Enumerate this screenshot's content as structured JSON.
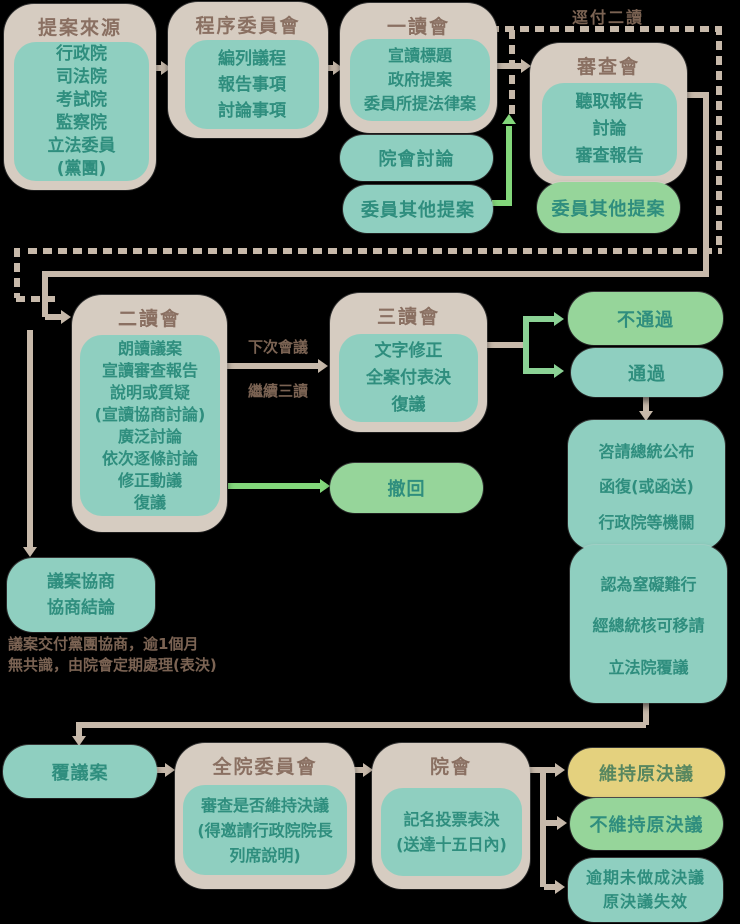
{
  "colors": {
    "background": "#000000",
    "outer_box": "#D6CCC1",
    "inner_box_teal": "#8FCFC0",
    "pill_green": "#96D59A",
    "pill_yellow": "#E4D17E",
    "text_teal": "#2F8E7E",
    "text_brown": "#8A7062",
    "connector_beige": "#C7B9AA",
    "connector_green": "#83D77B"
  },
  "labels": {
    "skip_second_reading": "逕付二讀",
    "next_meeting": "下次會議",
    "continue_third": "繼續三讀",
    "note_line1": "議案交付黨團協商，逾1個月",
    "note_line2": "無共識，由院會定期處理(表決)"
  },
  "nodes": {
    "proposal_source": {
      "title": "提案來源",
      "lines": [
        "行政院",
        "司法院",
        "考試院",
        "監察院",
        "立法委員",
        "(黨團)"
      ]
    },
    "procedure_committee": {
      "title": "程序委員會",
      "lines": [
        "編列議程",
        "報告事項",
        "討論事項"
      ]
    },
    "first_reading": {
      "title": "一讀會",
      "lines": [
        "宣讀標題",
        "政府提案",
        "委員所提法律案"
      ]
    },
    "floor_discussion": {
      "label": "院會討論"
    },
    "member_other_proposals_left": {
      "label": "委員其他提案"
    },
    "review_committee": {
      "title": "審查會",
      "lines": [
        "聽取報告",
        "討論",
        "審查報告"
      ]
    },
    "member_other_proposals_right": {
      "label": "委員其他提案"
    },
    "second_reading": {
      "title": "二讀會",
      "lines": [
        "朗讀議案",
        "宣讀審查報告",
        "說明或質疑",
        "(宣讀協商討論)",
        "廣泛討論",
        "依次逐條討論",
        "修正動議",
        "復議"
      ]
    },
    "third_reading": {
      "title": "三讀會",
      "lines": [
        "文字修正",
        "全案付表決",
        "復議"
      ]
    },
    "withdraw": {
      "label": "撤回"
    },
    "not_passed": {
      "label": "不通過"
    },
    "passed": {
      "label": "通過"
    },
    "president_promulgate": {
      "lines": [
        "咨請總統公布",
        "函復(或函送)",
        "行政院等機關"
      ]
    },
    "reconsideration_request": {
      "lines": [
        "認為窒礙難行",
        "經總統核可移請",
        "立法院覆議"
      ]
    },
    "negotiation": {
      "lines": [
        "議案協商",
        "協商結論"
      ]
    },
    "reconsideration_case": {
      "label": "覆議案"
    },
    "whole_committee": {
      "title": "全院委員會",
      "lines": [
        "審查是否維持決議",
        "(得邀請行政院院長",
        "列席說明)"
      ]
    },
    "floor_meeting": {
      "title": "院會",
      "lines": [
        "記名投票表決",
        "(送達十五日內)"
      ]
    },
    "uphold": {
      "label": "維持原決議"
    },
    "not_uphold": {
      "label": "不維持原決議"
    },
    "overdue": {
      "lines": [
        "逾期未做成決議",
        "原決議失效"
      ]
    }
  }
}
